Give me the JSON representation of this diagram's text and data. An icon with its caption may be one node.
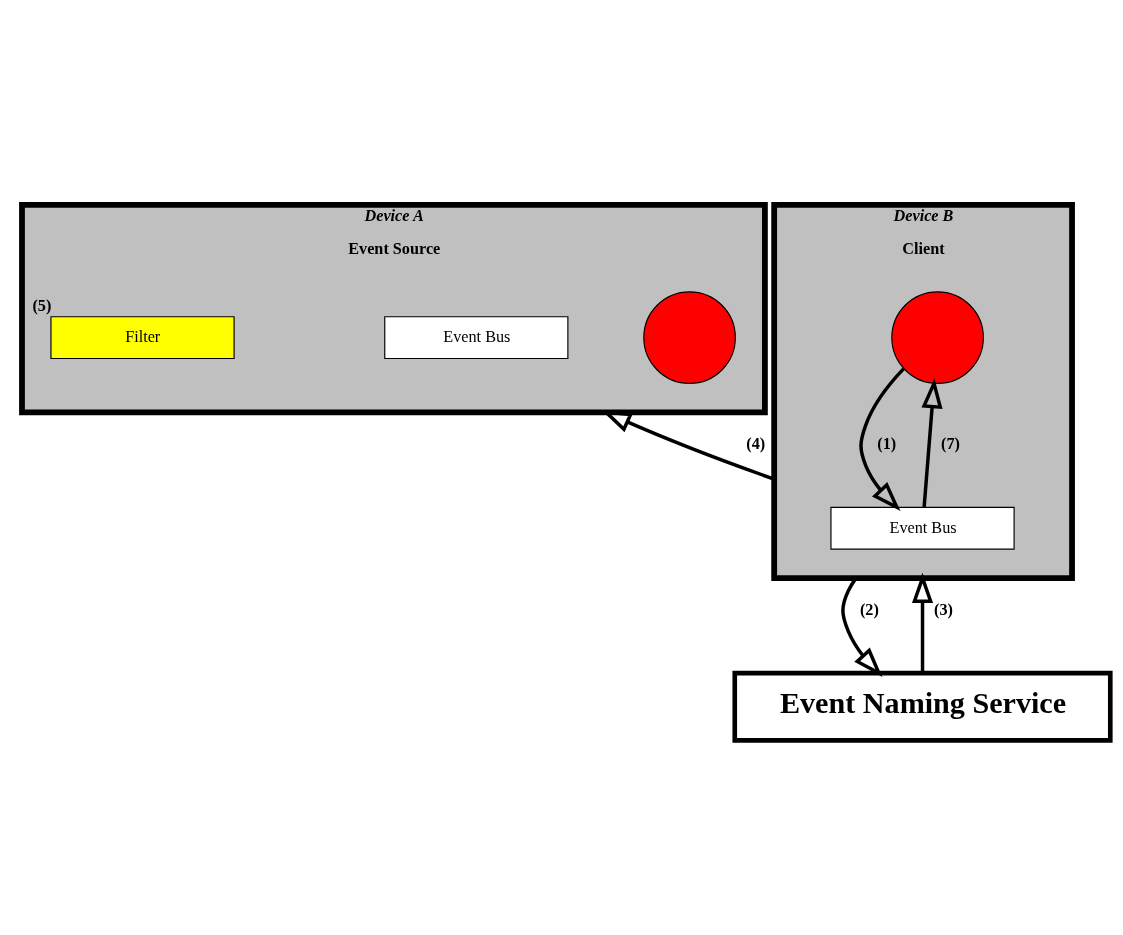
{
  "diagram": {
    "nodes": [
      {
        "text": [
          "Device A",
          "Event Source"
        ]
      },
      {
        "text": [],
        "shape": "circle",
        "in": 0
      },
      {
        "text": [
          "Filter"
        ],
        "beside": [
          "(5)"
        ],
        "in": 0
      },
      {
        "text": [
          "Event Bus"
        ],
        "in": 0
      },
      {
        "text": [
          "Device B",
          "Client"
        ]
      },
      {
        "text": [],
        "shape": "circle",
        "in": 4
      },
      {
        "text": [
          "Event Bus"
        ],
        "in": 4
      },
      {
        "text": [
          "Event Naming Service"
        ]
      }
    ],
    "edges": [
      {
        "from": 5,
        "to": 6,
        "arrow": "to",
        "label": "(1)"
      },
      {
        "from": 4,
        "to": 7,
        "arrow": "to",
        "label": "(2)"
      },
      {
        "from": 7,
        "to": 4,
        "arrow": "to",
        "label": "(3)"
      },
      {
        "from": 4,
        "to": 0,
        "arrow": "to",
        "label": "(4)"
      },
      {
        "from": 6,
        "to": 5,
        "arrow": "to",
        "label": "(7)"
      }
    ]
  }
}
